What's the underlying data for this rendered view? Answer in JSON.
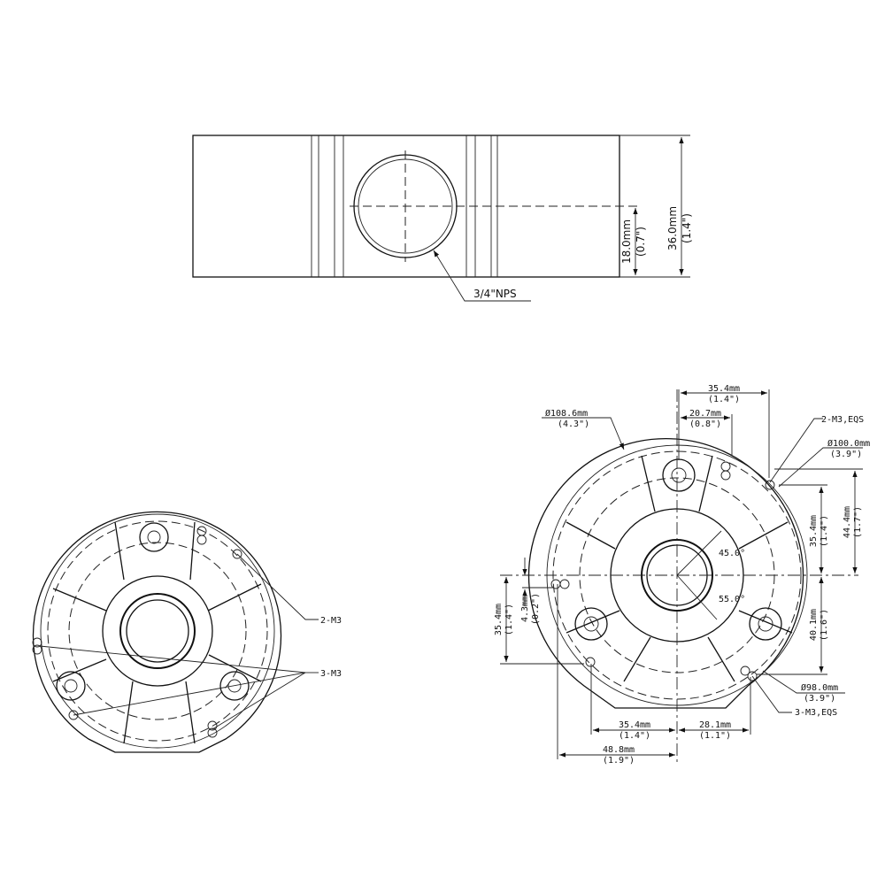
{
  "side_view": {
    "height_total": "36.0mm",
    "height_total_in": "(1.4\")",
    "height_center": "18.0mm",
    "height_center_in": "(0.7\")",
    "thread": "3/4\"NPS"
  },
  "bottom_left_view": {
    "label_a": "2-M3",
    "label_b": "3-M3"
  },
  "bottom_right_view": {
    "outer_dia": "Ø108.6mm",
    "outer_dia_in": "(4.3\")",
    "top_width": "35.4mm",
    "top_width_in": "(1.4\")",
    "top_offset": "20.7mm",
    "top_offset_in": "(0.8\")",
    "holes_top": "2-M3,EQS",
    "pcd_top": "Ø100.0mm",
    "pcd_top_in": "(3.9\")",
    "right_short": "35.4mm",
    "right_short_in": "(1.4\")",
    "right_tall": "44.4mm",
    "right_tall_in": "(1.7\")",
    "angle_a": "45.0°",
    "angle_b": "55.0°",
    "right_lower": "40.1mm",
    "right_lower_in": "(1.6\")",
    "left_height": "35.4mm",
    "left_height_in": "(1.4\")",
    "left_small": "4.3mm",
    "left_small_in": "(0.2\")",
    "pcd_bottom": "Ø98.0mm",
    "pcd_bottom_in": "(3.9\")",
    "holes_bottom": "3-M3,EQS",
    "bottom_left": "35.4mm",
    "bottom_left_in": "(1.4\")",
    "bottom_right": "28.1mm",
    "bottom_right_in": "(1.1\")",
    "bottom_total": "48.8mm",
    "bottom_total_in": "(1.9\")"
  }
}
